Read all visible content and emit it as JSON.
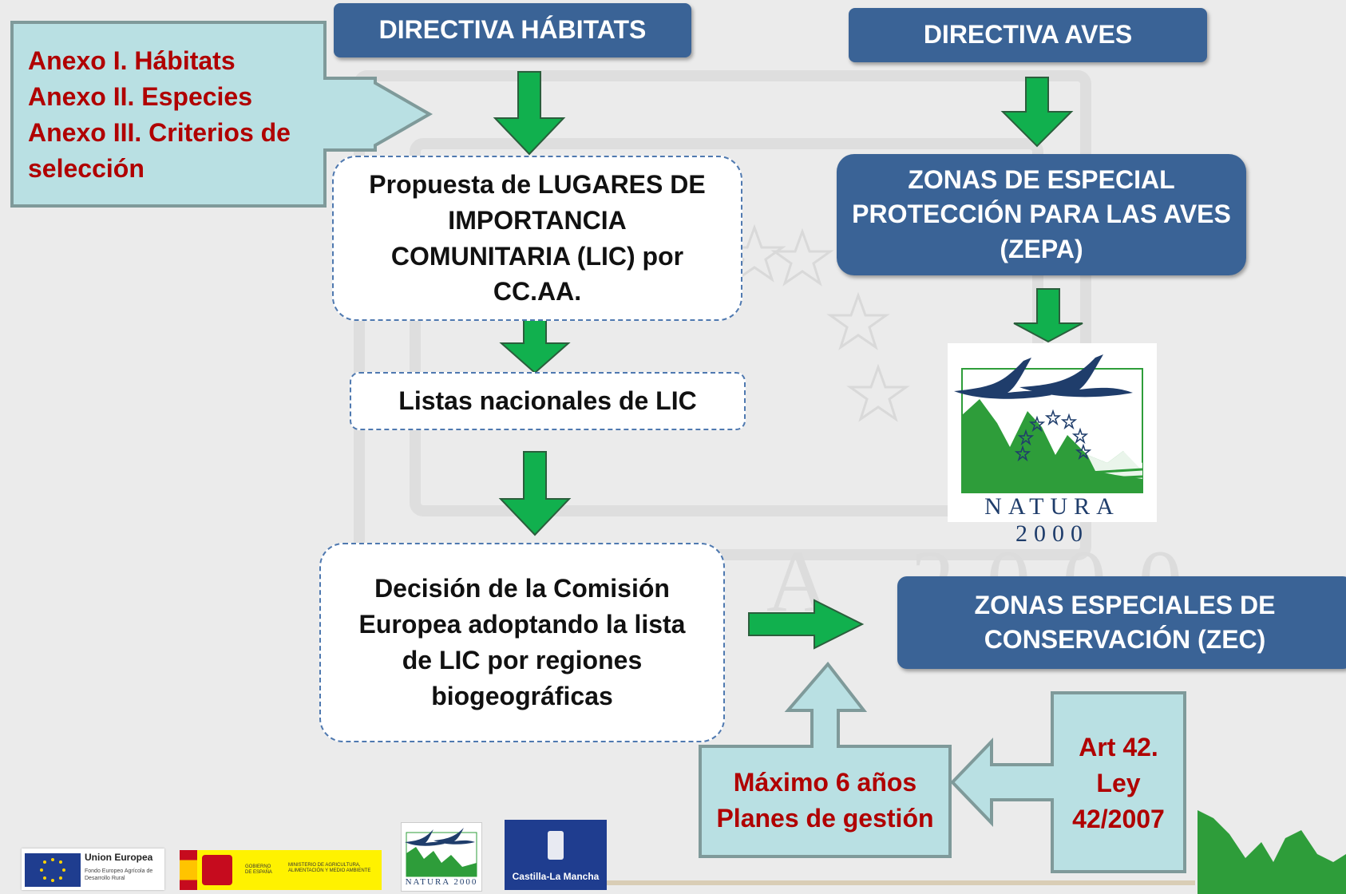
{
  "directiva_habitats": {
    "title": "DIRECTIVA HÁBITATS"
  },
  "directiva_aves": {
    "title": "DIRECTIVA AVES"
  },
  "anexos": {
    "lines": [
      "Anexo I. Hábitats",
      "Anexo II. Especies",
      "Anexo III. Criterios de",
      "selección"
    ]
  },
  "propuesta_lic": {
    "text": "Propuesta de LUGARES DE\nIMPORTANCIA\nCOMUNITARIA (LIC) por\nCC.AA."
  },
  "listas_nacionales": {
    "text": "Listas nacionales de LIC"
  },
  "decision_comision": {
    "text": "Decisión de la Comisión\nEuropea adoptando la lista\nde LIC por regiones\nbiogeográficas"
  },
  "zepa": {
    "text": "ZONAS DE ESPECIAL\nPROTECCIÓN PARA LAS AVES\n(ZEPA)"
  },
  "zec": {
    "text": "ZONAS ESPECIALES DE\nCONSERVACIÓN (ZEC)"
  },
  "planes_gestion": {
    "lines": [
      "Máximo 6 años",
      "Planes de gestión"
    ]
  },
  "ley": {
    "lines": [
      "Art 42.",
      "Ley",
      "42/2007"
    ]
  },
  "natura_logo": {
    "text": "NATURA 2000",
    "icon": "natura-2000-logo"
  },
  "footer": {
    "eu_title": "Union Europea",
    "eu_sub": "Fondo Europeo Agrícola de Desarrollo Rural",
    "gov_label": "GOBIERNO DE ESPAÑA",
    "ministry_label": "MINISTERIO DE AGRICULTURA, ALIMENTACIÓN Y MEDIO AMBIENTE",
    "natura_small": "NATURA 2000",
    "clm_label": "Castilla-La Mancha"
  },
  "colors": {
    "blue_box": "#3a6396",
    "green_arrow": "#11b04e",
    "light_cyan": "#b9e0e3",
    "red_text": "#b00000",
    "natura_green": "#2e9d3a",
    "natura_navy": "#1f3d6b"
  }
}
